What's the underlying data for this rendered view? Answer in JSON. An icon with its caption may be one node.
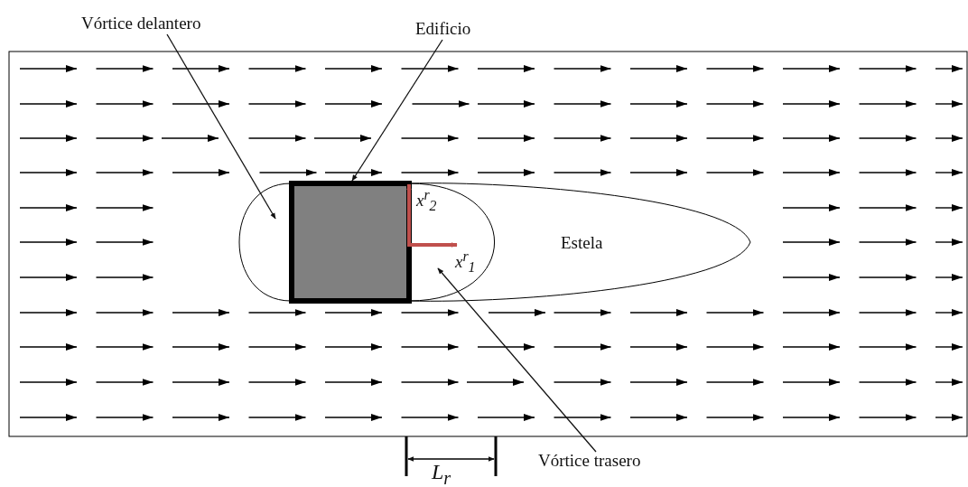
{
  "diagram": {
    "nodes": [
      {
        "text": [
          "Vórtice delantero"
        ]
      },
      {
        "text": [],
        "shape": "oval"
      },
      {
        "text": [
          "Edificio"
        ]
      },
      {
        "text": [],
        "shape": "box"
      },
      {
        "text": [
          "Vórtice trasero"
        ]
      },
      {
        "text": [],
        "shape": "oval",
        "in": 6
      },
      {
        "text": [
          "Estela"
        ]
      }
    ],
    "edges": [
      {
        "from": 0,
        "to": 1,
        "arrow": "to"
      },
      {
        "from": 2,
        "to": 3,
        "arrow": "to"
      },
      {
        "from": 4,
        "to": 5,
        "arrow": "to"
      }
    ],
    "labels": [
      "x$^{r}$$_{2}$",
      "x$^{r}$$_{1}$",
      "L$_{r}$"
    ]
  }
}
